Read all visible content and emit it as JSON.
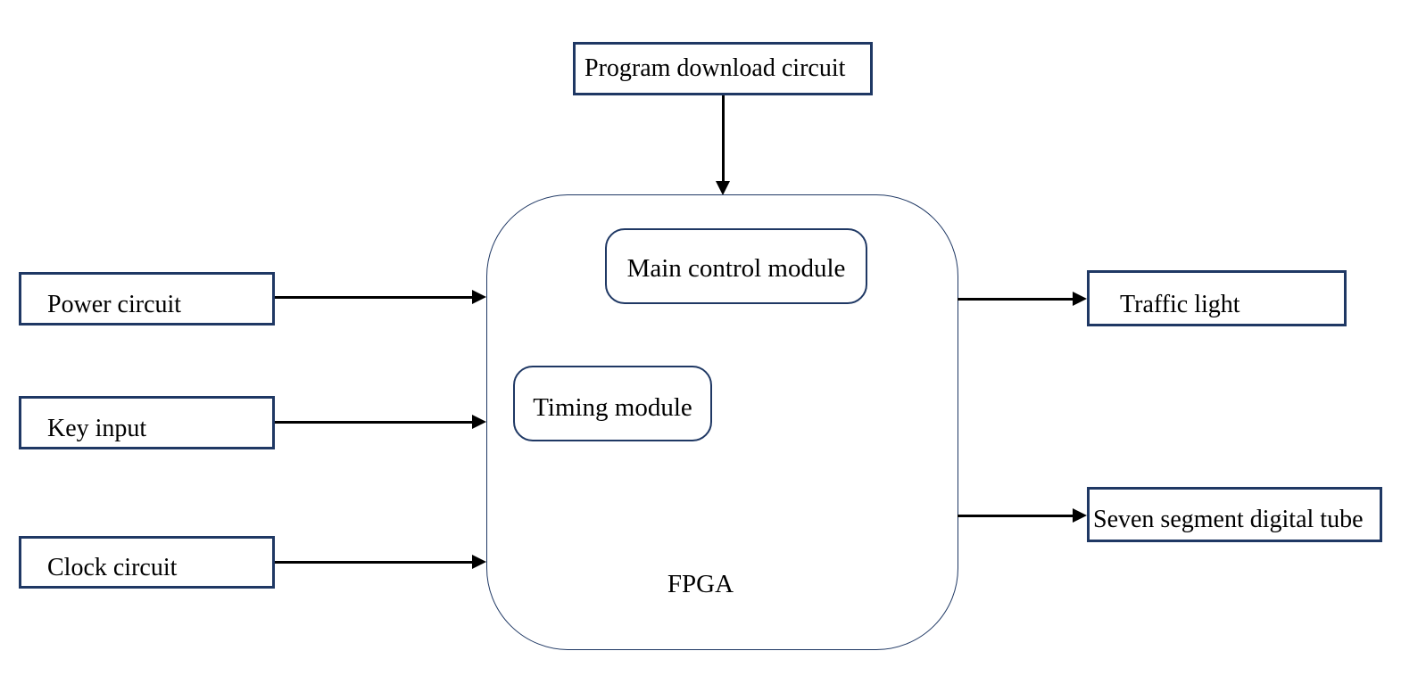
{
  "diagram": {
    "kind": "fpga-traffic-light-block-diagram",
    "colors": {
      "box_border": "#1f3864",
      "arrow": "#000000",
      "background": "#ffffff",
      "text": "#000000"
    },
    "nodes": {
      "program_download": {
        "label": "Program download circuit"
      },
      "fpga": {
        "label": "FPGA"
      },
      "main_control": {
        "label": "Main control module"
      },
      "timing": {
        "label": "Timing module"
      },
      "power": {
        "label": "Power circuit"
      },
      "key_input": {
        "label": "Key input"
      },
      "clock": {
        "label": "Clock circuit"
      },
      "traffic_light": {
        "label": "Traffic light"
      },
      "seven_segment": {
        "label": "Seven segment digital tube"
      }
    },
    "edges": [
      {
        "from": "program_download",
        "to": "fpga",
        "direction": "down"
      },
      {
        "from": "power",
        "to": "fpga",
        "direction": "right"
      },
      {
        "from": "key_input",
        "to": "fpga",
        "direction": "right"
      },
      {
        "from": "clock",
        "to": "fpga",
        "direction": "right"
      },
      {
        "from": "fpga",
        "to": "traffic_light",
        "direction": "right"
      },
      {
        "from": "fpga",
        "to": "seven_segment",
        "direction": "right"
      }
    ]
  }
}
